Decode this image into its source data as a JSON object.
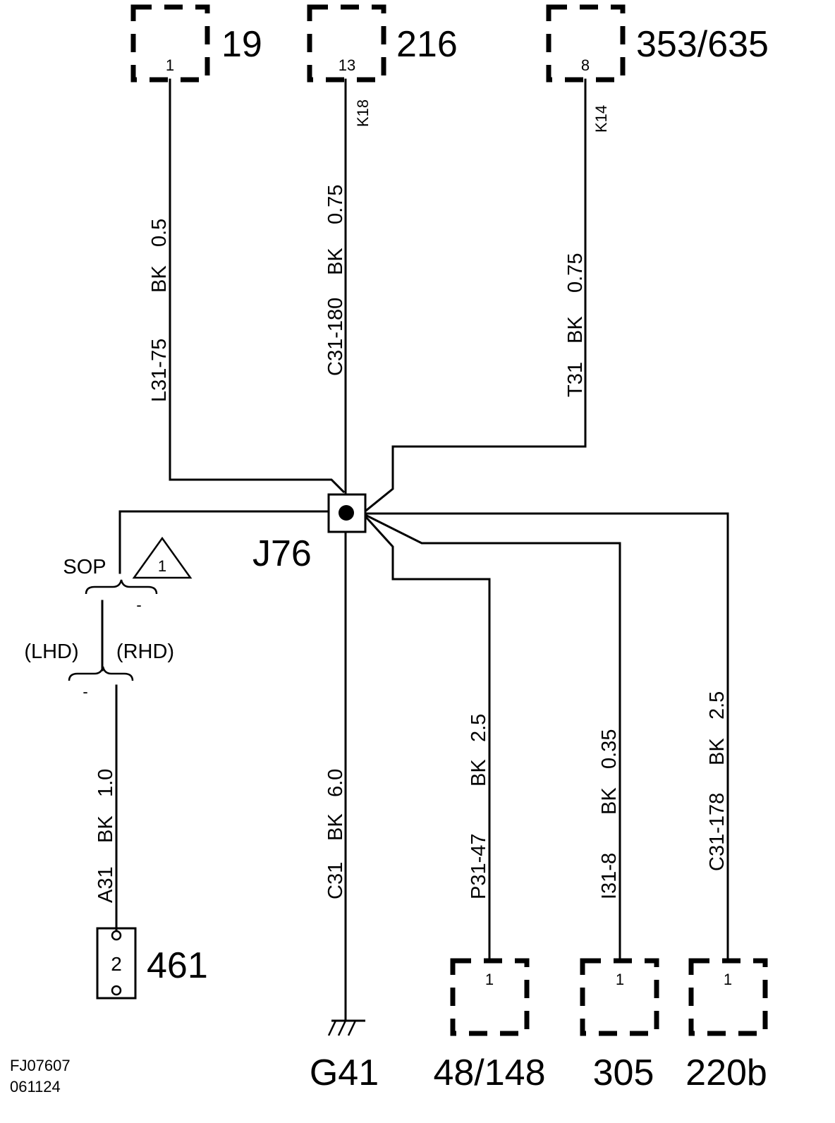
{
  "connectors": {
    "c19": {
      "id": "19",
      "pin": "1"
    },
    "c216": {
      "id": "216",
      "pin": "13",
      "cavity": "K18"
    },
    "c353": {
      "id": "353/635",
      "pin": "8",
      "cavity": "K14"
    },
    "c48": {
      "id": "48/148",
      "pin": "1"
    },
    "c305": {
      "id": "305",
      "pin": "1"
    },
    "c220": {
      "id": "220b",
      "pin": "1"
    },
    "c461": {
      "id": "461",
      "pin": "2"
    }
  },
  "wires": {
    "w19": {
      "circuit": "L31-75",
      "color": "BK",
      "size": "0.5"
    },
    "w216": {
      "circuit": "C31-180",
      "color": "BK",
      "size": "0.75"
    },
    "w353": {
      "circuit": "T31",
      "color": "BK",
      "size": "0.75"
    },
    "wg41": {
      "circuit": "C31",
      "color": "BK",
      "size": "6.0"
    },
    "w48": {
      "circuit": "P31-47",
      "color": "BK",
      "size": "2.5"
    },
    "w305": {
      "circuit": "I31-8",
      "color": "BK",
      "size": "0.35"
    },
    "w220": {
      "circuit": "C31-178",
      "color": "BK",
      "size": "2.5"
    },
    "w461": {
      "circuit": "A31",
      "color": "BK",
      "size": "1.0"
    }
  },
  "splice": {
    "id": "J76"
  },
  "ground": {
    "id": "G41"
  },
  "variants": {
    "sop": "SOP",
    "note_number": "1",
    "dash_sop": "-",
    "lhd": "(LHD)",
    "rhd": "(RHD)",
    "dash_lhd": "-"
  },
  "figure": {
    "code": "FJ07607",
    "date": "061124"
  }
}
